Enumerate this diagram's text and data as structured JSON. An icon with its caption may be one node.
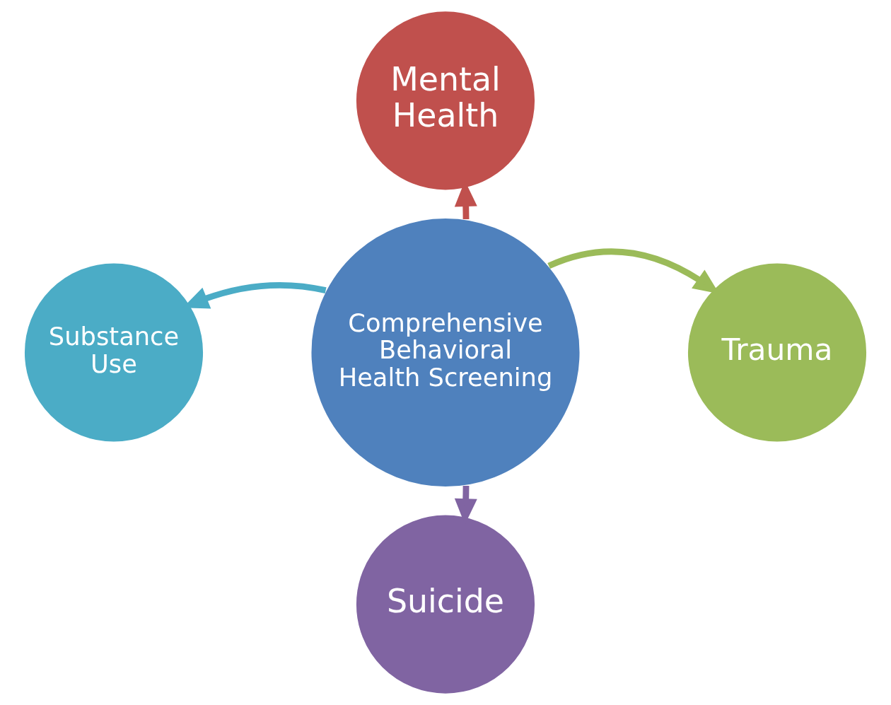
{
  "diagram": {
    "nodes": [
      {
        "text": [
          "Comprehensive Behavioral Health Screening"
        ]
      },
      {
        "text": [
          "Mental Health"
        ]
      },
      {
        "text": [
          "Trauma"
        ]
      },
      {
        "text": [
          "Suicide"
        ]
      },
      {
        "text": [
          "Substance Use"
        ]
      }
    ],
    "edges": [
      {
        "from": 0,
        "to": 1,
        "arrow": "to",
        "color": "#c0504d"
      },
      {
        "from": 0,
        "to": 2,
        "arrow": "to",
        "color": "#9bbb59"
      },
      {
        "from": 0,
        "to": 3,
        "arrow": "to",
        "color": "#8064a2"
      },
      {
        "from": 0,
        "to": 4,
        "arrow": "to",
        "color": "#4bacc6"
      }
    ]
  }
}
